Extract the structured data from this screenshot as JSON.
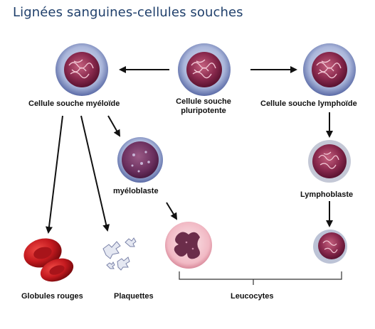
{
  "title": "Lignées sanguines-cellules souches",
  "labels": {
    "myeloid_stem": "Cellule souche myéloïde",
    "pluripotent_line1": "Cellule souche",
    "pluripotent_line2": "pluripotente",
    "lymphoid_stem": "Cellule souche lymphoïde",
    "myeloblast": "myéloblaste",
    "lymphoblast": "Lymphoblaste",
    "red_cells": "Globules rouges",
    "platelets": "Plaquettes",
    "leukocytes": "Leucocytes"
  }
}
